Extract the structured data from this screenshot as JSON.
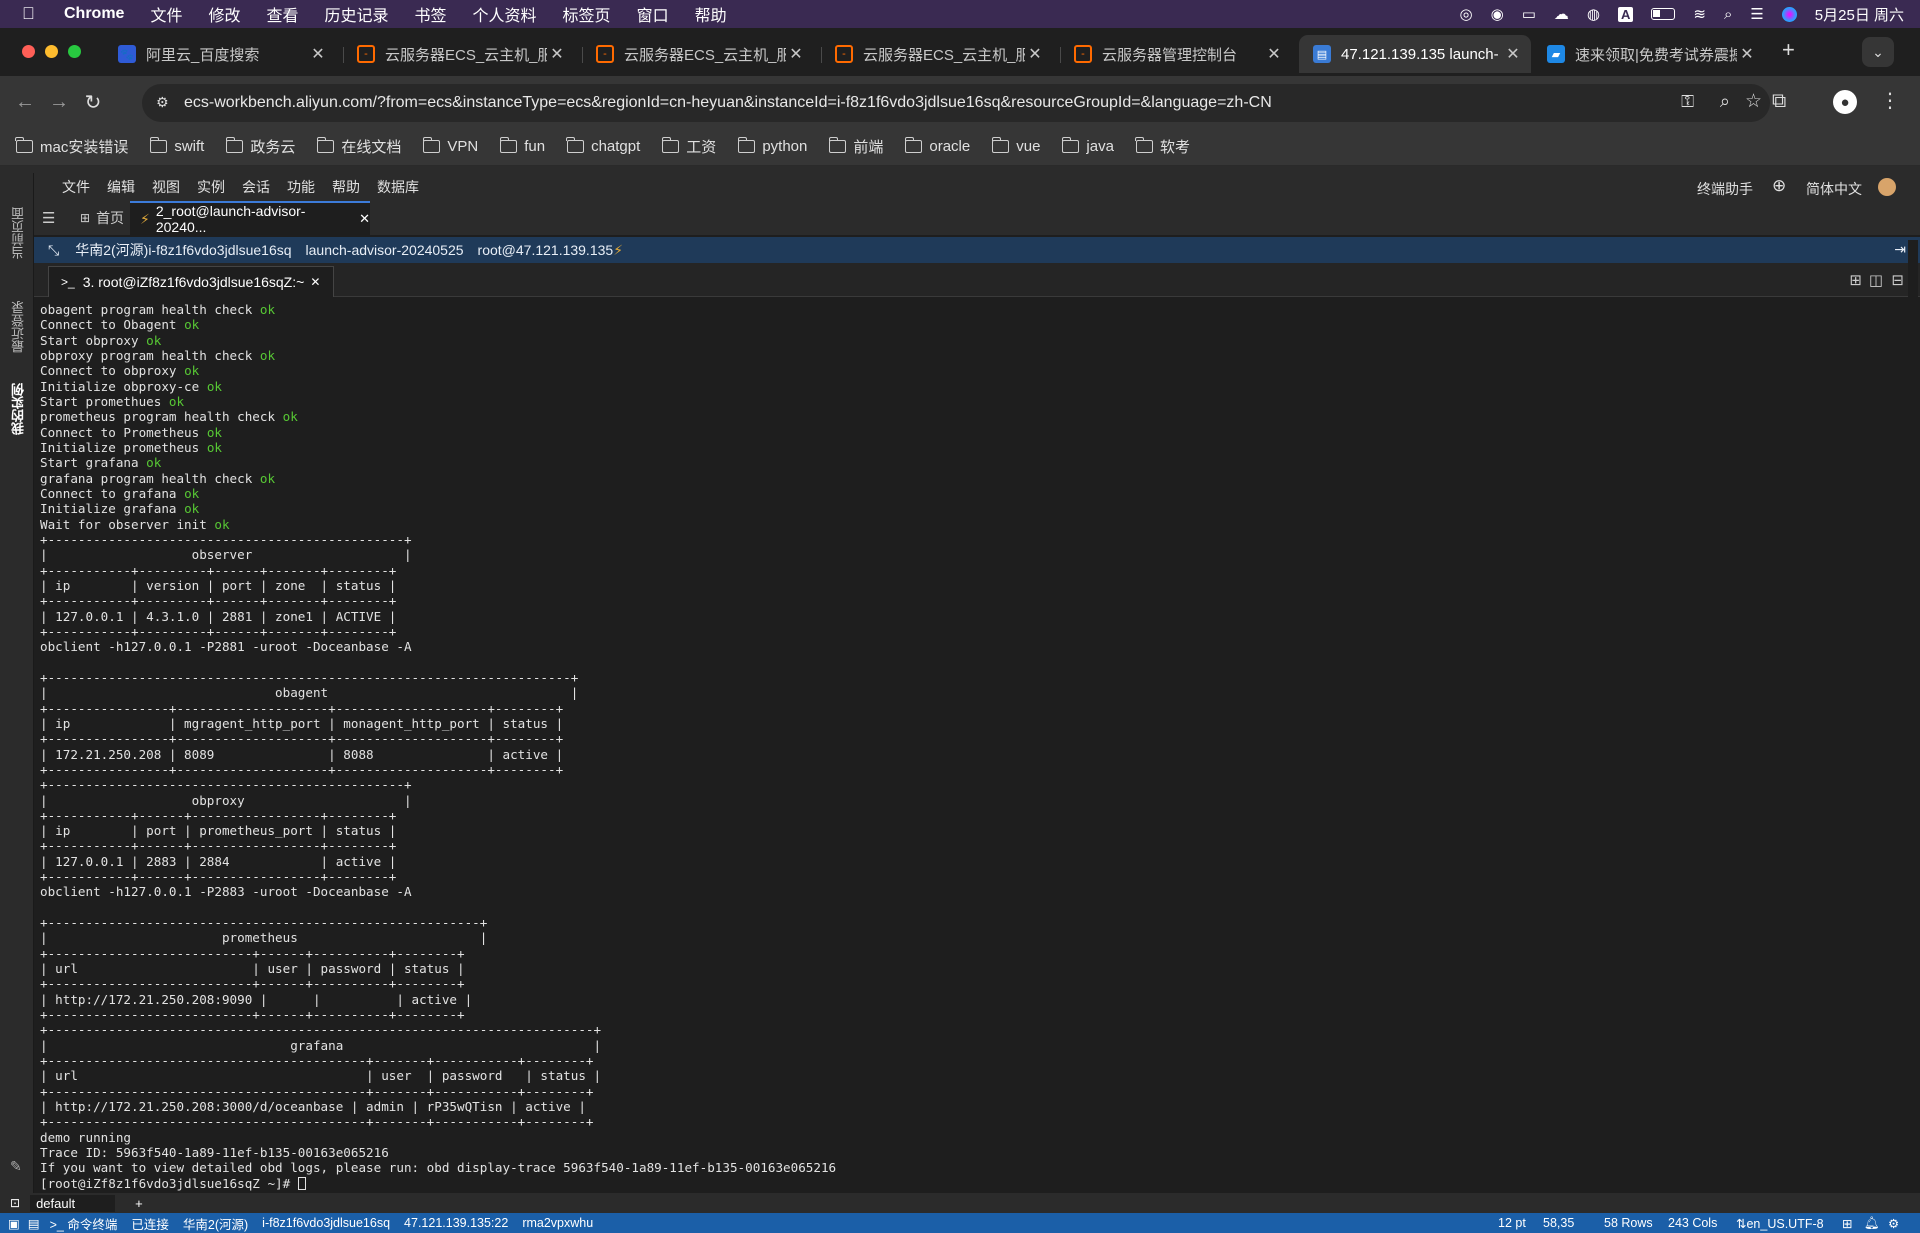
{
  "menubar": {
    "app": "Chrome",
    "items": [
      "文件",
      "修改",
      "查看",
      "历史记录",
      "书签",
      "个人资料",
      "标签页",
      "窗口",
      "帮助"
    ],
    "datetime": "5月25日 周六"
  },
  "tabs": [
    {
      "title": "阿里云_百度搜索",
      "icon": "baidu-icon"
    },
    {
      "title": "云服务器ECS_云主机_服",
      "icon": "aliyun-icon"
    },
    {
      "title": "云服务器ECS_云主机_服",
      "icon": "aliyun-icon"
    },
    {
      "title": "云服务器ECS_云主机_服",
      "icon": "aliyun-icon"
    },
    {
      "title": "云服务器管理控制台",
      "icon": "aliyun-icon"
    },
    {
      "title": "47.121.139.135 launch-",
      "icon": "workbench-icon"
    },
    {
      "title": "速来领取|免费考试券震撼",
      "icon": "exam-icon"
    }
  ],
  "address": {
    "url": "ecs-workbench.aliyun.com/?from=ecs&instanceType=ecs&regionId=cn-heyuan&instanceId=i-f8z1f6vdo3jdlsue16sq&resourceGroupId=&language=zh-CN"
  },
  "bookmarks": [
    "mac安装错误",
    "swift",
    "政务云",
    "在线文档",
    "VPN",
    "fun",
    "chatgpt",
    "工资",
    "python",
    "前端",
    "oracle",
    "vue",
    "java",
    "软考"
  ],
  "workbench": {
    "menu": [
      "文件",
      "编辑",
      "视图",
      "实例",
      "会话",
      "功能",
      "帮助",
      "数据库"
    ],
    "assistant": "终端助手",
    "language": "简体中文",
    "sidebar": [
      "当前页面",
      "最近登录",
      "我的实例"
    ],
    "home_tab": "首页",
    "session_tab": "2_root@launch-advisor-20240...",
    "info": {
      "region_instance": "华南2(河源)i-f8z1f6vdo3jdlsue16sq",
      "host": "launch-advisor-20240525",
      "login": "root@47.121.139.135"
    },
    "terminal_tab": "3. root@iZf8z1f6vdo3jdlsue16sqZ:~"
  },
  "terminal": {
    "lines": [
      {
        "t": "obagent program health check ",
        "ok": "ok"
      },
      {
        "t": "Connect to Obagent ",
        "ok": "ok"
      },
      {
        "t": "Start obproxy ",
        "ok": "ok"
      },
      {
        "t": "obproxy program health check ",
        "ok": "ok"
      },
      {
        "t": "Connect to obproxy ",
        "ok": "ok"
      },
      {
        "t": "Initialize obproxy-ce ",
        "ok": "ok"
      },
      {
        "t": "Start promethues ",
        "ok": "ok"
      },
      {
        "t": "prometheus program health check ",
        "ok": "ok"
      },
      {
        "t": "Connect to Prometheus ",
        "ok": "ok"
      },
      {
        "t": "Initialize prometheus ",
        "ok": "ok"
      },
      {
        "t": "Start grafana ",
        "ok": "ok"
      },
      {
        "t": "grafana program health check ",
        "ok": "ok"
      },
      {
        "t": "Connect to grafana ",
        "ok": "ok"
      },
      {
        "t": "Initialize grafana ",
        "ok": "ok"
      },
      {
        "t": "Wait for observer init ",
        "ok": "ok"
      },
      {
        "t": "+-----------------------------------------------+"
      },
      {
        "t": "|                   observer                    |"
      },
      {
        "t": "+-----------+---------+------+-------+--------+"
      },
      {
        "t": "| ip        | version | port | zone  | status |"
      },
      {
        "t": "+-----------+---------+------+-------+--------+"
      },
      {
        "t": "| 127.0.0.1 | 4.3.1.0 | 2881 | zone1 | ACTIVE |"
      },
      {
        "t": "+-----------+---------+------+-------+--------+"
      },
      {
        "t": "obclient -h127.0.0.1 -P2881 -uroot -Doceanbase -A"
      },
      {
        "t": ""
      },
      {
        "t": "+---------------------------------------------------------------------+"
      },
      {
        "t": "|                              obagent                                |"
      },
      {
        "t": "+----------------+--------------------+--------------------+--------+"
      },
      {
        "t": "| ip             | mgragent_http_port | monagent_http_port | status |"
      },
      {
        "t": "+----------------+--------------------+--------------------+--------+"
      },
      {
        "t": "| 172.21.250.208 | 8089               | 8088               | active |"
      },
      {
        "t": "+----------------+--------------------+--------------------+--------+"
      },
      {
        "t": "+-----------------------------------------------+"
      },
      {
        "t": "|                   obproxy                     |"
      },
      {
        "t": "+-----------+------+-----------------+--------+"
      },
      {
        "t": "| ip        | port | prometheus_port | status |"
      },
      {
        "t": "+-----------+------+-----------------+--------+"
      },
      {
        "t": "| 127.0.0.1 | 2883 | 2884            | active |"
      },
      {
        "t": "+-----------+------+-----------------+--------+"
      },
      {
        "t": "obclient -h127.0.0.1 -P2883 -uroot -Doceanbase -A"
      },
      {
        "t": ""
      },
      {
        "t": "+---------------------------------------------------------+"
      },
      {
        "t": "|                       prometheus                        |"
      },
      {
        "t": "+---------------------------+------+----------+--------+"
      },
      {
        "t": "| url                       | user | password | status |"
      },
      {
        "t": "+---------------------------+------+----------+--------+"
      },
      {
        "t": "| http://172.21.250.208:9090 |      |          | active |"
      },
      {
        "t": "+---------------------------+------+----------+--------+"
      },
      {
        "t": "+------------------------------------------------------------------------+"
      },
      {
        "t": "|                                grafana                                 |"
      },
      {
        "t": "+------------------------------------------+-------+-----------+--------+"
      },
      {
        "t": "| url                                      | user  | password   | status |"
      },
      {
        "t": "+------------------------------------------+-------+-----------+--------+"
      },
      {
        "t": "| http://172.21.250.208:3000/d/oceanbase | admin | rP35wQTisn | active |"
      },
      {
        "t": "+------------------------------------------+-------+-----------+--------+"
      },
      {
        "t": "demo running"
      },
      {
        "t": "Trace ID: 5963f540-1a89-11ef-b135-00163e065216"
      },
      {
        "t": "If you want to view detailed obd logs, please run: obd display-trace 5963f540-1a89-11ef-b135-00163e065216"
      },
      {
        "t": "[root@iZf8z1f6vdo3jdlsue16sqZ ~]# ",
        "cursor": true
      }
    ]
  },
  "session_bar": {
    "name": "default",
    "add": "+"
  },
  "statusbar": {
    "left": [
      "命令终端",
      "已连接",
      "华南2(河源)",
      "i-f8z1f6vdo3jdlsue16sq",
      "47.121.139.135:22",
      "rma2vpxwhu"
    ],
    "font_size": "12 pt",
    "cursor_pos": "58,35",
    "rows": "58 Rows",
    "cols": "243 Cols",
    "encoding": "en_US.UTF-8"
  },
  "colors": {
    "ok": "#57c734",
    "status_bar": "#1b5fa8",
    "info_bar": "#1f3a59",
    "menubar": "#3a2a52"
  }
}
